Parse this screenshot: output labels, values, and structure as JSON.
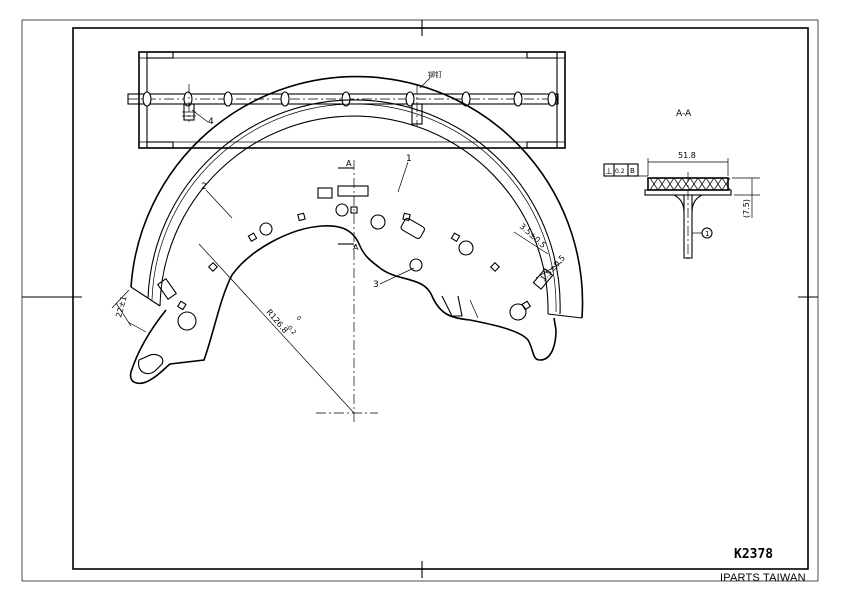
{
  "part_number": "K2378",
  "brand": "IPARTS TAIWAN",
  "section_label": "A-A",
  "section_marker": "A",
  "balloons": [
    "1",
    "2",
    "3",
    "4"
  ],
  "top_view_note": "铆钉",
  "dimensions": {
    "lining_width": "51.8",
    "lining_height": "(7.5)",
    "radius": "R126.8",
    "radius_tol_upper": "0",
    "radius_tol_lower": "-0.2",
    "end_gap_left": "22±1",
    "end_gap_right_a": "3.5±0.5",
    "end_gap_right_b": "1.5±0.5"
  },
  "gdt_frame": [
    "⊥",
    "0.2",
    "B"
  ],
  "section_callout": "1"
}
